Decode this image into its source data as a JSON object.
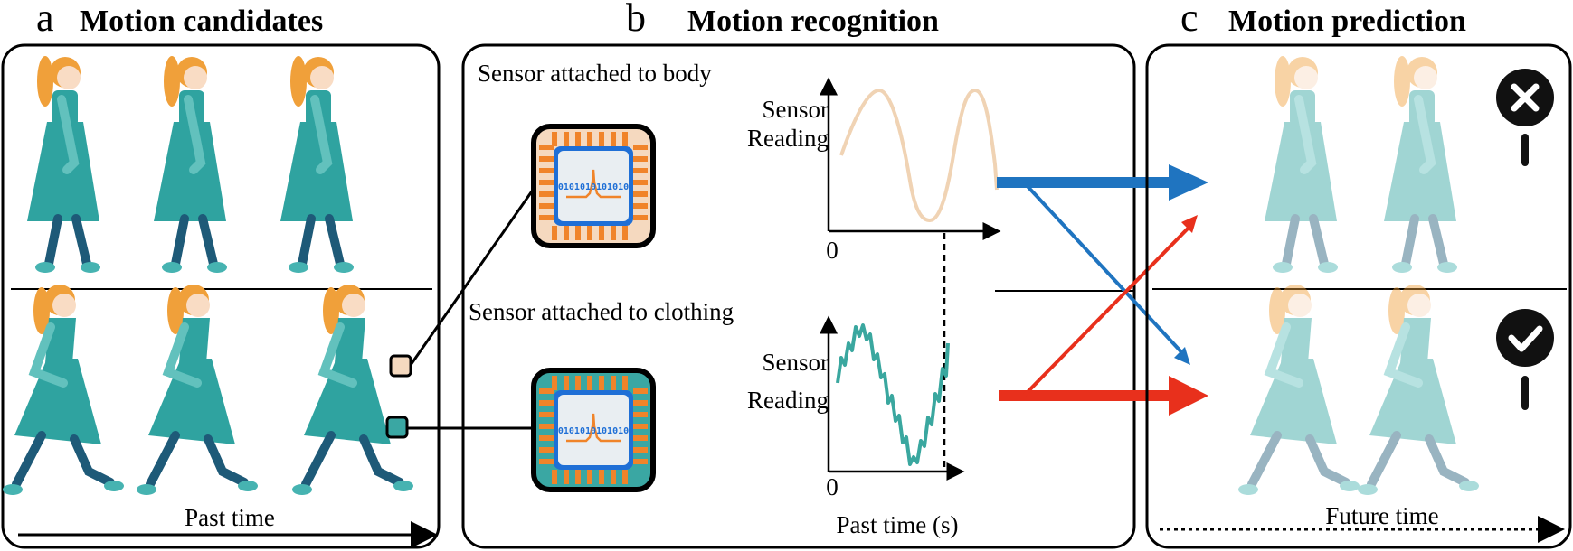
{
  "panels": {
    "a": {
      "letter": "a",
      "title": "Motion candidates",
      "axis_label": "Past time"
    },
    "b": {
      "letter": "b",
      "title": "Motion recognition",
      "body_sensor_label": "Sensor attached to body",
      "clothing_sensor_label": "Sensor attached to clothing",
      "reading_label_line1": "Sensor",
      "reading_label_line2": "Reading",
      "zero_top": "0",
      "zero_bottom": "0",
      "axis_label": "Past time (s)",
      "chip_bits": "0101010101010"
    },
    "c": {
      "letter": "c",
      "title": "Motion prediction",
      "axis_label": "Future time",
      "wrong_icon": "cross-icon",
      "right_icon": "check-icon"
    }
  },
  "colors": {
    "body_signal": "#f0d3b4",
    "clothing_signal": "#3aa79f",
    "blue_arrow": "#1f74c0",
    "red_arrow": "#e8301c",
    "figure_teal": "#2fa3a0",
    "hair": "#f0a03a",
    "chip_body_bg": "#f5d9bf",
    "chip_cloth_bg": "#3aa7a3",
    "pins": "#f0842a"
  }
}
